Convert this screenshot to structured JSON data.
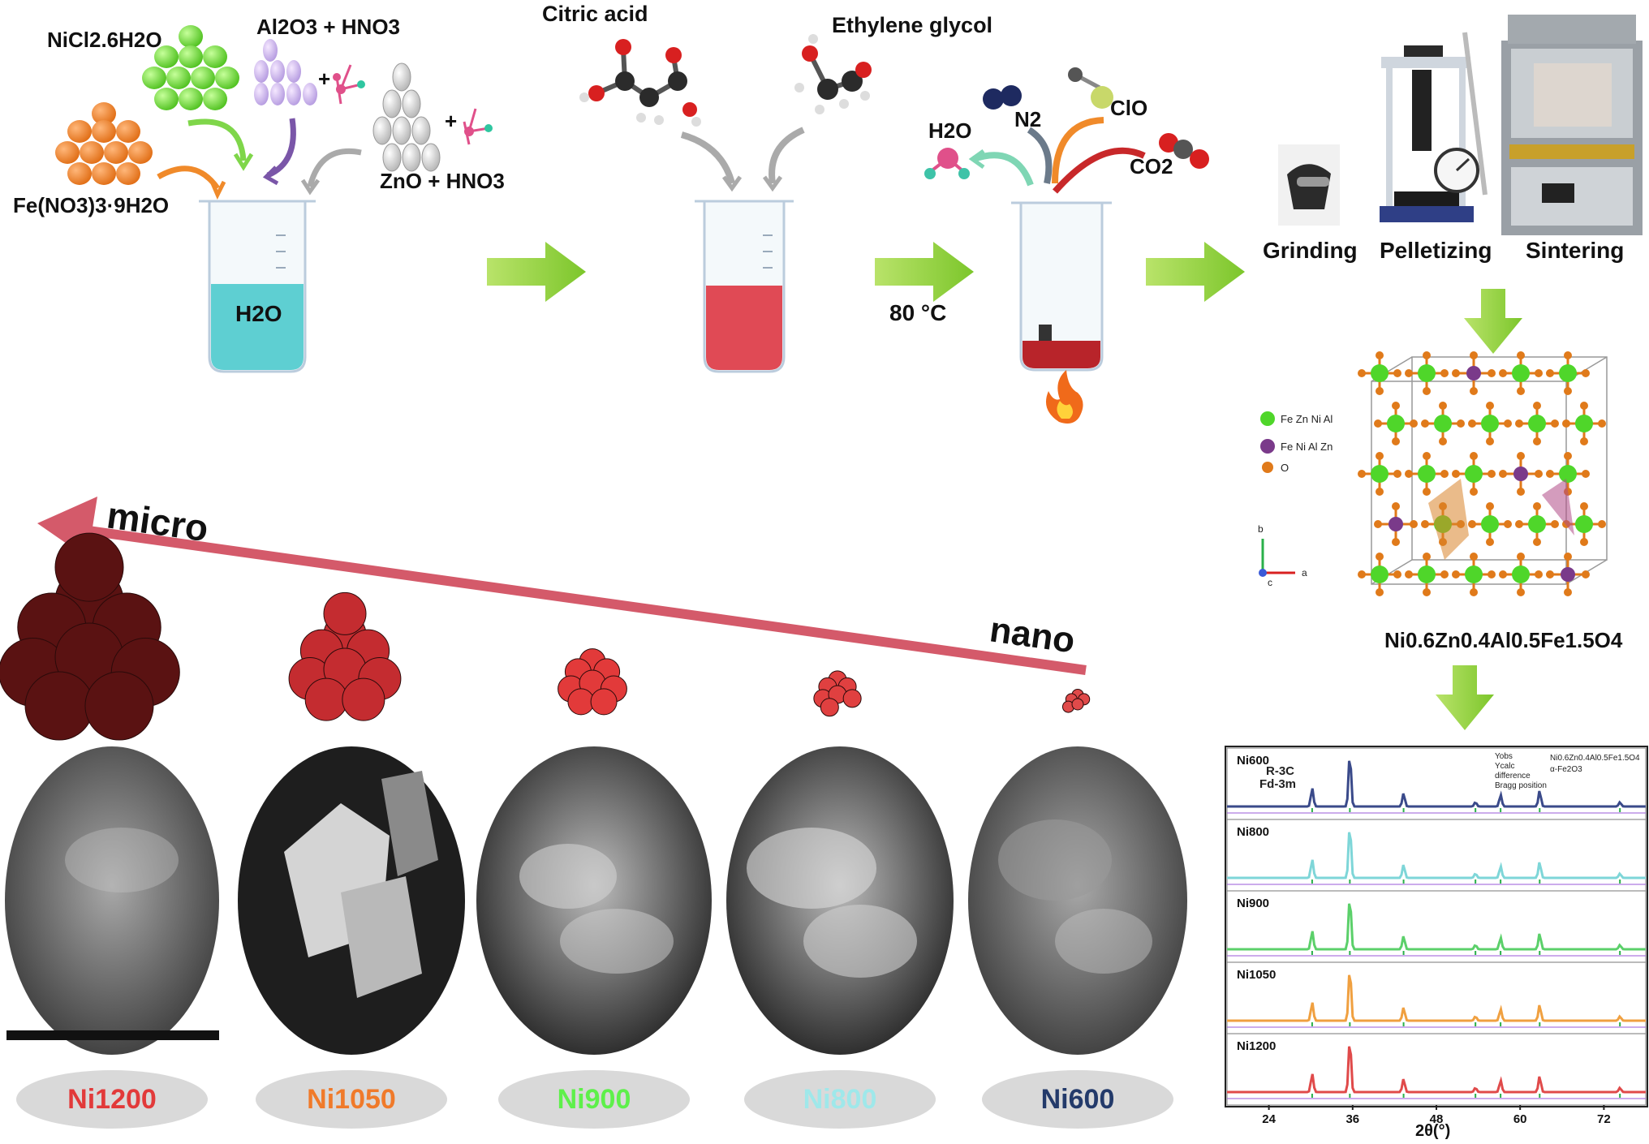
{
  "synthesis": {
    "precursors": {
      "nicl2": "NiCl2.6H2O",
      "al2o3": "Al2O3 + HNO3",
      "fe_nitrate": "Fe(NO3)3·9H2O",
      "zno": "ZnO + HNO3"
    },
    "beaker1_label": "H2O",
    "citric_acid": "Citric acid",
    "ethylene_glycol": "Ethylene glycol",
    "temperature": "80 °C",
    "gases": {
      "h2o": "H2O",
      "n2": "N2",
      "clo": "ClO",
      "co2": "CO2"
    },
    "steps": [
      "Grinding",
      "Pelletizing",
      "Sintering"
    ]
  },
  "crystal": {
    "legend": [
      "Fe Zn Ni Al",
      "Fe Ni Al Zn",
      "O"
    ],
    "axes": {
      "a": "a",
      "b": "b",
      "c": "c"
    },
    "formula": "Ni0.6Zn0.4Al0.5Fe1.5O4"
  },
  "scale": {
    "micro": "micro",
    "nano": "nano"
  },
  "samples": [
    {
      "name": "Ni1200",
      "color": "#e23a3a"
    },
    {
      "name": "Ni1050",
      "color": "#f07a2a"
    },
    {
      "name": "Ni900",
      "color": "#5ef04a"
    },
    {
      "name": "Ni800",
      "color": "#9fe8ea"
    },
    {
      "name": "Ni600",
      "color": "#233a6a"
    }
  ],
  "xrd": {
    "panels": [
      "Ni600",
      "Ni800",
      "Ni900",
      "Ni1050",
      "Ni1200"
    ],
    "legend_main": [
      "Yobs",
      "Ycalc",
      "difference",
      "Bragg position"
    ],
    "phase_labels": [
      "Ni0.6Zn0.4Al0.5Fe1.5O4",
      "α-Fe2O3"
    ],
    "structure_labels": [
      "R-3C",
      "Fd-3m"
    ],
    "x_ticks": [
      "24",
      "36",
      "48",
      "60",
      "72"
    ],
    "x_label": "2θ(°)"
  }
}
